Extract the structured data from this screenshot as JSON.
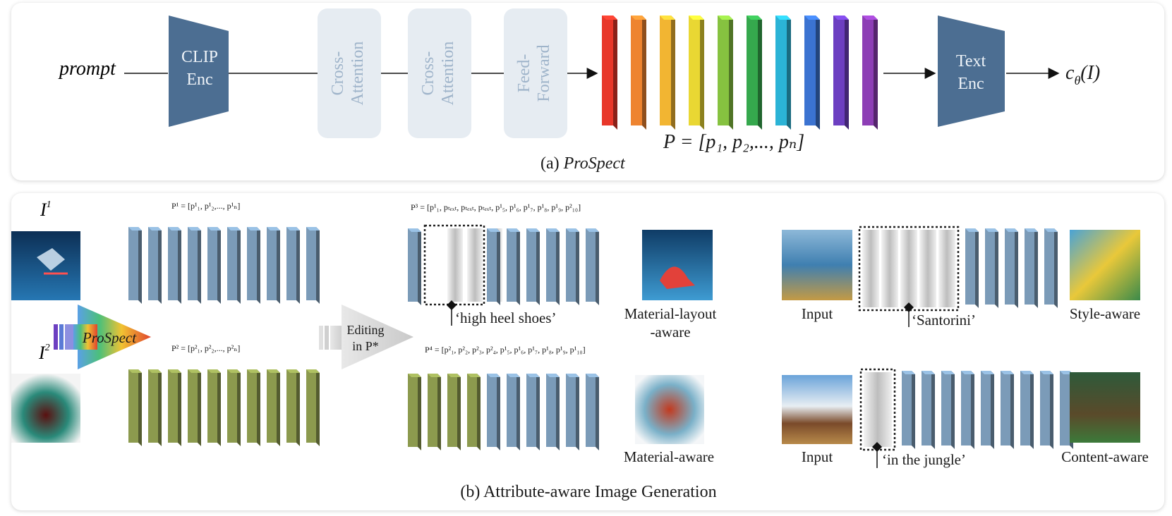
{
  "panel_a": {
    "prompt": "prompt",
    "clip_enc": [
      "CLIP",
      "Enc"
    ],
    "blocks": [
      [
        "Cross-",
        "Attention"
      ],
      [
        "Cross-",
        "Attention"
      ],
      [
        "Feed-",
        "Forward"
      ]
    ],
    "text_enc": [
      "Text",
      "Enc"
    ],
    "output": "c",
    "output_sub": "θ",
    "output_arg": "(I)",
    "p_formula": "P = [p₁, p₂,..., pₙ]",
    "caption_prefix": "(a) ",
    "caption_italic": "ProSpect",
    "token_colors": [
      "#e8372a",
      "#ee8430",
      "#f2b532",
      "#e9d733",
      "#86c240",
      "#35a84d",
      "#2bb3d6",
      "#3b73d1",
      "#6c3fc1",
      "#8d3eb5"
    ]
  },
  "panel_b": {
    "i1": "I",
    "i1_sup": "1",
    "i2": "I",
    "i2_sup": "2",
    "prospect": "ProSpect",
    "p1_formula": "P¹ = [p¹₁, p¹₂,..., p¹ₙ]",
    "p2_formula": "P² = [p²₁, p²₂,..., p²ₙ]",
    "p3_formula": "P³ = [p¹₁, pₜₑₓₜ, pₜₑₓₜ, pₜₑₓₜ, p¹₅, p¹₆, p¹₇, p¹₈, p¹₉, p²₁₀]",
    "p4_formula": "P⁴ = [p²₁, p²₂, p²₃, p²₄, p¹₅, p¹₆, p¹₇, p¹₈, p¹₉, p¹₁₀]",
    "editing": [
      "Editing",
      "in P*"
    ],
    "label_high_heel": "‘high heel shoes’",
    "label_santorini": "‘Santorini’",
    "label_jungle": "‘in the jungle’",
    "material_layout": [
      "Material-layout",
      "-aware"
    ],
    "material": "Material-aware",
    "input1": "Input",
    "input2": "Input",
    "style_aware": "Style-aware",
    "content_aware": "Content-aware",
    "caption": "(b) Attribute-aware Image Generation",
    "blue_token": "#7b9bb8",
    "green_token": "#8c9a4e"
  }
}
